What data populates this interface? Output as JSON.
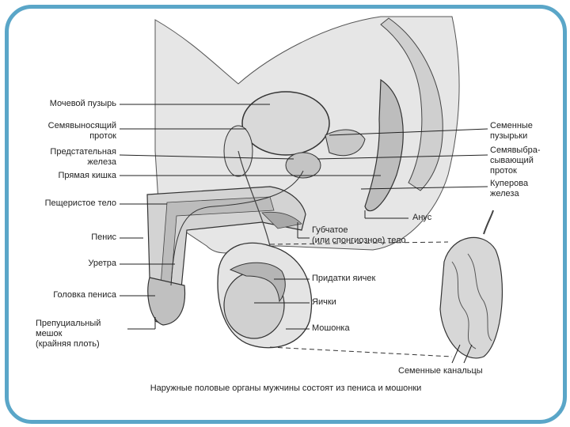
{
  "frame_color": "#5aa6c8",
  "labels": {
    "bladder": "Мочевой пузырь",
    "vas_deferens": "Семявыносящий\nпроток",
    "prostate": "Предстательная\nжелеза",
    "rectum": "Прямая кишка",
    "cavernous_body": "Пещеристое тело",
    "penis": "Пенис",
    "urethra": "Уретра",
    "glans": "Головка пениса",
    "prepuce": "Препуциальный\nмешок\n(крайняя плоть)",
    "seminal_vesicles": "Семенные\nпузырьки",
    "ejaculatory_duct": "Семявыбра-\nсывающий\nпроток",
    "cowper_gland": "Куперова\nжелеза",
    "anus": "Анус",
    "spongy_body": "Губчатое\n(или спонгиозное) тело",
    "epididymis": "Придатки яичек",
    "testes": "Яички",
    "scrotum": "Мошонка",
    "seminiferous_tubules": "Семенные канальцы"
  },
  "caption": "Наружные половые органы мужчины состоят из пениса и мошонки"
}
